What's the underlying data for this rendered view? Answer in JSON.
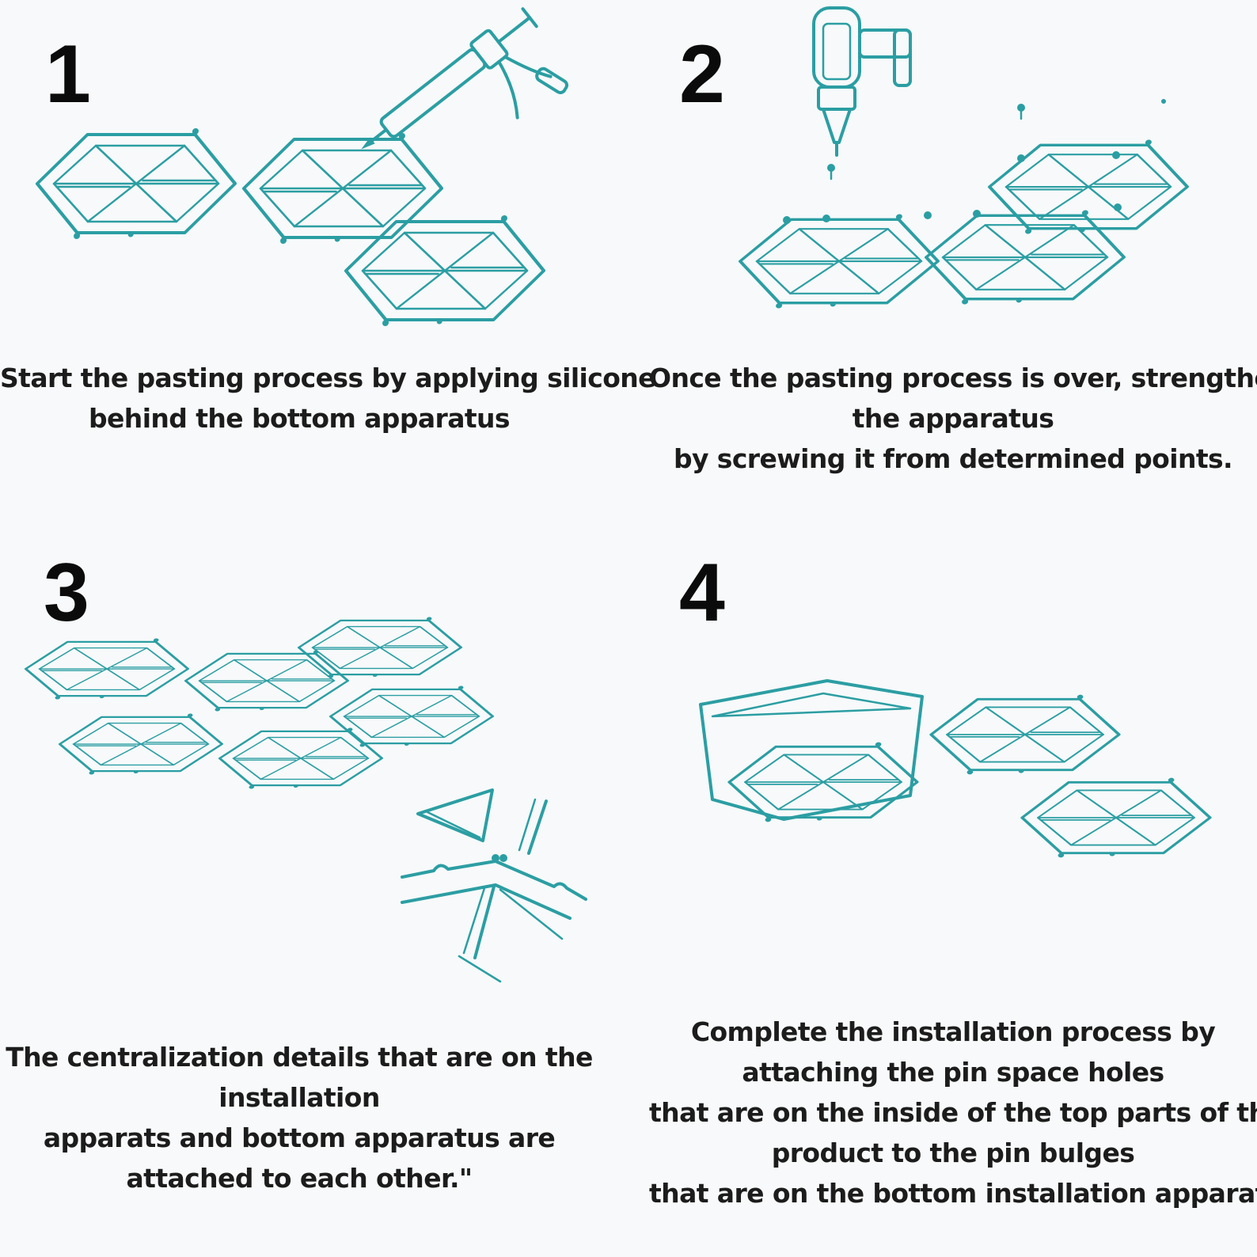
{
  "steps": [
    {
      "number": "1",
      "caption_lines": [
        "Start the pasting process by applying silicone",
        "behind the bottom apparatus"
      ],
      "illustration": "silicone-gun-icon"
    },
    {
      "number": "2",
      "caption_lines": [
        "Once the pasting process is over, strengthen",
        "the apparatus",
        "by screwing it from determined points."
      ],
      "illustration": "drill-icon"
    },
    {
      "number": "3",
      "caption_lines": [
        "The centralization details that are on the",
        "installation",
        "apparats and bottom apparatus are",
        "attached to each other.\""
      ],
      "illustration": "hex-cluster"
    },
    {
      "number": "4",
      "caption_lines": [
        "Complete the installation process by",
        "attaching the pin space holes",
        "that are on the inside of the top parts of the",
        "product to the pin bulges",
        "that are on the bottom installation apparatus."
      ],
      "illustration": "hex-assembled"
    }
  ],
  "colors": {
    "line_art": "#2b9ea3",
    "text": "#1c1c1c",
    "background": "#f7f9fa"
  }
}
